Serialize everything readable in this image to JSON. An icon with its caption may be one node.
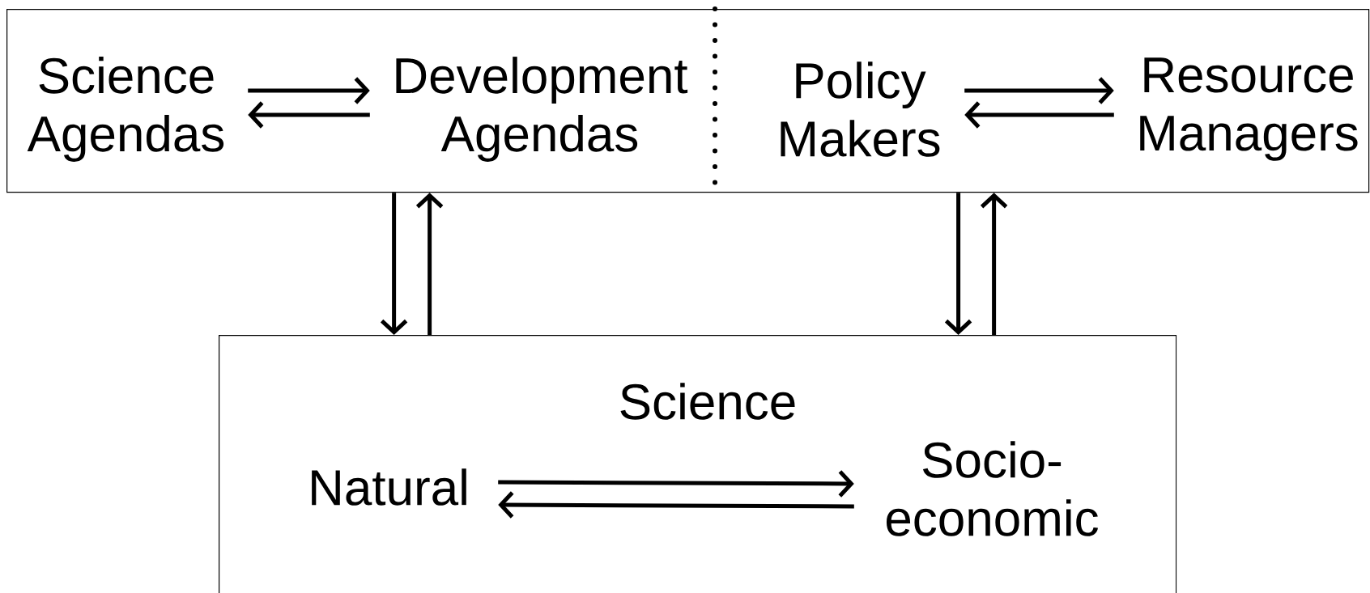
{
  "diagram": {
    "nodes": [
      {
        "text": [],
        "shape": "box"
      },
      {
        "text": [
          "Science Agendas"
        ],
        "in": 0
      },
      {
        "text": [
          "Development Agendas"
        ],
        "in": 0
      },
      {
        "text": [
          "Policy Makers"
        ],
        "in": 0
      },
      {
        "text": [
          "Resource Managers"
        ],
        "in": 0
      },
      {
        "text": [
          "Science"
        ]
      },
      {
        "text": [
          "Natural"
        ],
        "in": 5
      },
      {
        "text": [
          "Socio- economic"
        ],
        "in": 5
      }
    ],
    "edges": [
      {
        "from": 1,
        "to": 2,
        "arrow": "to"
      },
      {
        "from": 2,
        "to": 1,
        "arrow": "to"
      },
      {
        "from": 3,
        "to": 4,
        "arrow": "to"
      },
      {
        "from": 4,
        "to": 3,
        "arrow": "to"
      },
      {
        "from": 0,
        "to": 5,
        "arrow": "to"
      },
      {
        "from": 5,
        "to": 0,
        "arrow": "to"
      },
      {
        "from": 0,
        "to": 5,
        "arrow": "to"
      },
      {
        "from": 5,
        "to": 0,
        "arrow": "to"
      },
      {
        "from": 6,
        "to": 7,
        "arrow": "to"
      },
      {
        "from": 7,
        "to": 6,
        "arrow": "to"
      }
    ]
  }
}
